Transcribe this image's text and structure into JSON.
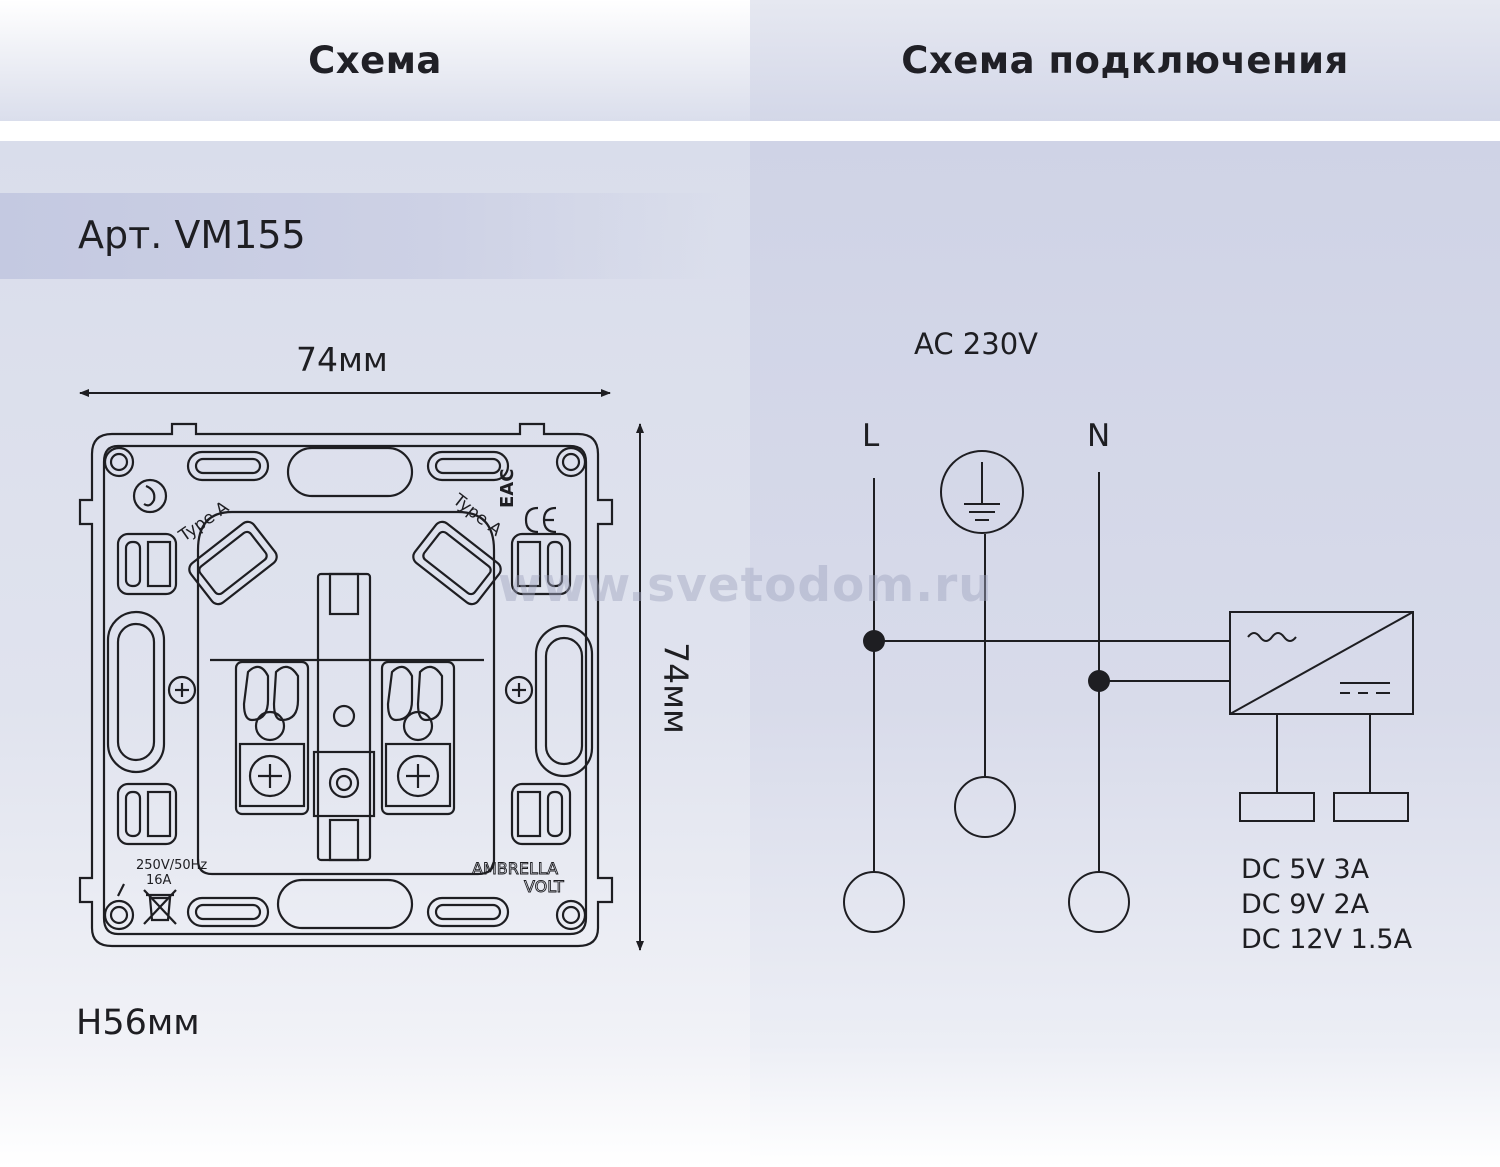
{
  "header": {
    "left_title": "Схема",
    "right_title": "Схема подключения"
  },
  "product": {
    "article": "Арт. VM155",
    "width_label": "74мм",
    "height_label": "74мм",
    "depth_label": "H56мм"
  },
  "device_marks": {
    "type_a_left": "Type A",
    "type_a_right": "Type A",
    "rating_voltage": "250V/50Hz",
    "rating_current": "16A",
    "brand_line1": "AMBRELLA",
    "brand_line2": "VOLT",
    "cert_mark": "EAC"
  },
  "wiring": {
    "supply": "AC 230V",
    "phase": "L",
    "neutral": "N",
    "outputs": [
      "DC 5V 3A",
      "DC 9V 2A",
      "DC 12V 1.5A"
    ]
  },
  "watermark": "www.svetodom.ru",
  "colors": {
    "line": "#1e1e22",
    "panel_left": "#dde0ec",
    "panel_right": "#d3d7e8"
  }
}
